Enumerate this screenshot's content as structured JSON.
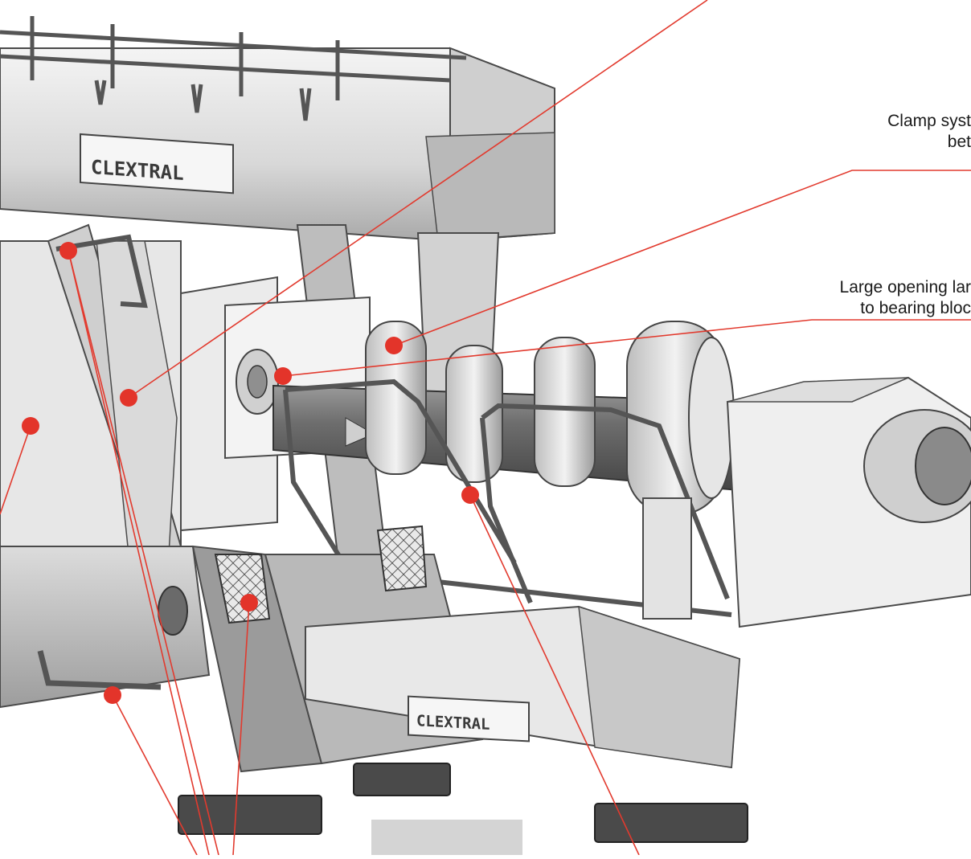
{
  "diagram": {
    "brand_plates": [
      "CLEXTRAL",
      "CLEXTRAL"
    ],
    "callouts": [
      {
        "id": "clamp",
        "lines": [
          "Clamp syst",
          "bet"
        ]
      },
      {
        "id": "bearing",
        "lines": [
          "Large opening lar",
          "to bearing bloc"
        ]
      }
    ],
    "colors": {
      "leader": "#e23a2e",
      "dot": "#e3342a",
      "metal_light": "#ececec",
      "metal_mid": "#c9c9c9",
      "metal_dark": "#8c8c8c",
      "outline": "#4a4a4a"
    }
  }
}
